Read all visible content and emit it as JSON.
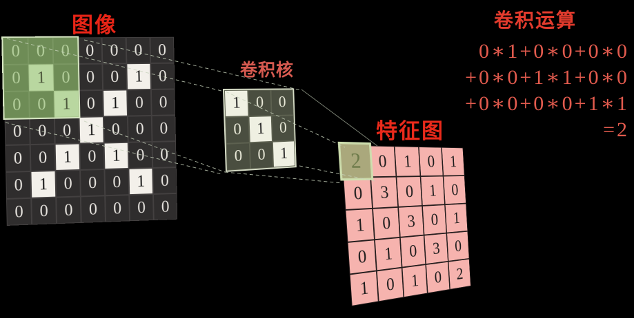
{
  "titles": {
    "image": "图像",
    "kernel": "卷积核",
    "feature": "特征图",
    "operation": "卷积运算"
  },
  "image_grid": {
    "rows": [
      [
        0,
        0,
        0,
        0,
        0,
        0,
        0
      ],
      [
        0,
        1,
        0,
        0,
        0,
        1,
        0
      ],
      [
        0,
        0,
        1,
        0,
        1,
        0,
        0
      ],
      [
        0,
        0,
        0,
        1,
        0,
        0,
        0
      ],
      [
        0,
        0,
        1,
        0,
        1,
        0,
        0
      ],
      [
        0,
        1,
        0,
        0,
        0,
        1,
        0
      ],
      [
        0,
        0,
        0,
        0,
        0,
        0,
        0
      ]
    ],
    "highlight": {
      "row_start": 0,
      "col_start": 0,
      "size": 3
    }
  },
  "kernel_grid": {
    "rows": [
      [
        1,
        0,
        0
      ],
      [
        0,
        1,
        0
      ],
      [
        0,
        0,
        1
      ]
    ]
  },
  "feature_grid": {
    "rows": [
      [
        2,
        0,
        1,
        0,
        1
      ],
      [
        0,
        3,
        0,
        1,
        0
      ],
      [
        1,
        0,
        3,
        0,
        1
      ],
      [
        0,
        1,
        0,
        3,
        0
      ],
      [
        1,
        0,
        1,
        0,
        2
      ]
    ],
    "highlight": {
      "row": 0,
      "col": 0
    }
  },
  "formula": {
    "lines": [
      "0∗1+0∗0+0∗0",
      "+0∗0+1∗1+0∗0",
      "+0∗0+0∗0+1∗1",
      "=2"
    ]
  },
  "colors": {
    "title_red": "#ea2517",
    "kernel_label_red": "#d65a50",
    "formula_red": "#e35b4e",
    "highlight_green": "#6e8c56",
    "highlight_green_light": "#b9d7a0",
    "feature_pink": "#f6b3ae",
    "feature_highlight_khaki": "#aaa87c"
  }
}
